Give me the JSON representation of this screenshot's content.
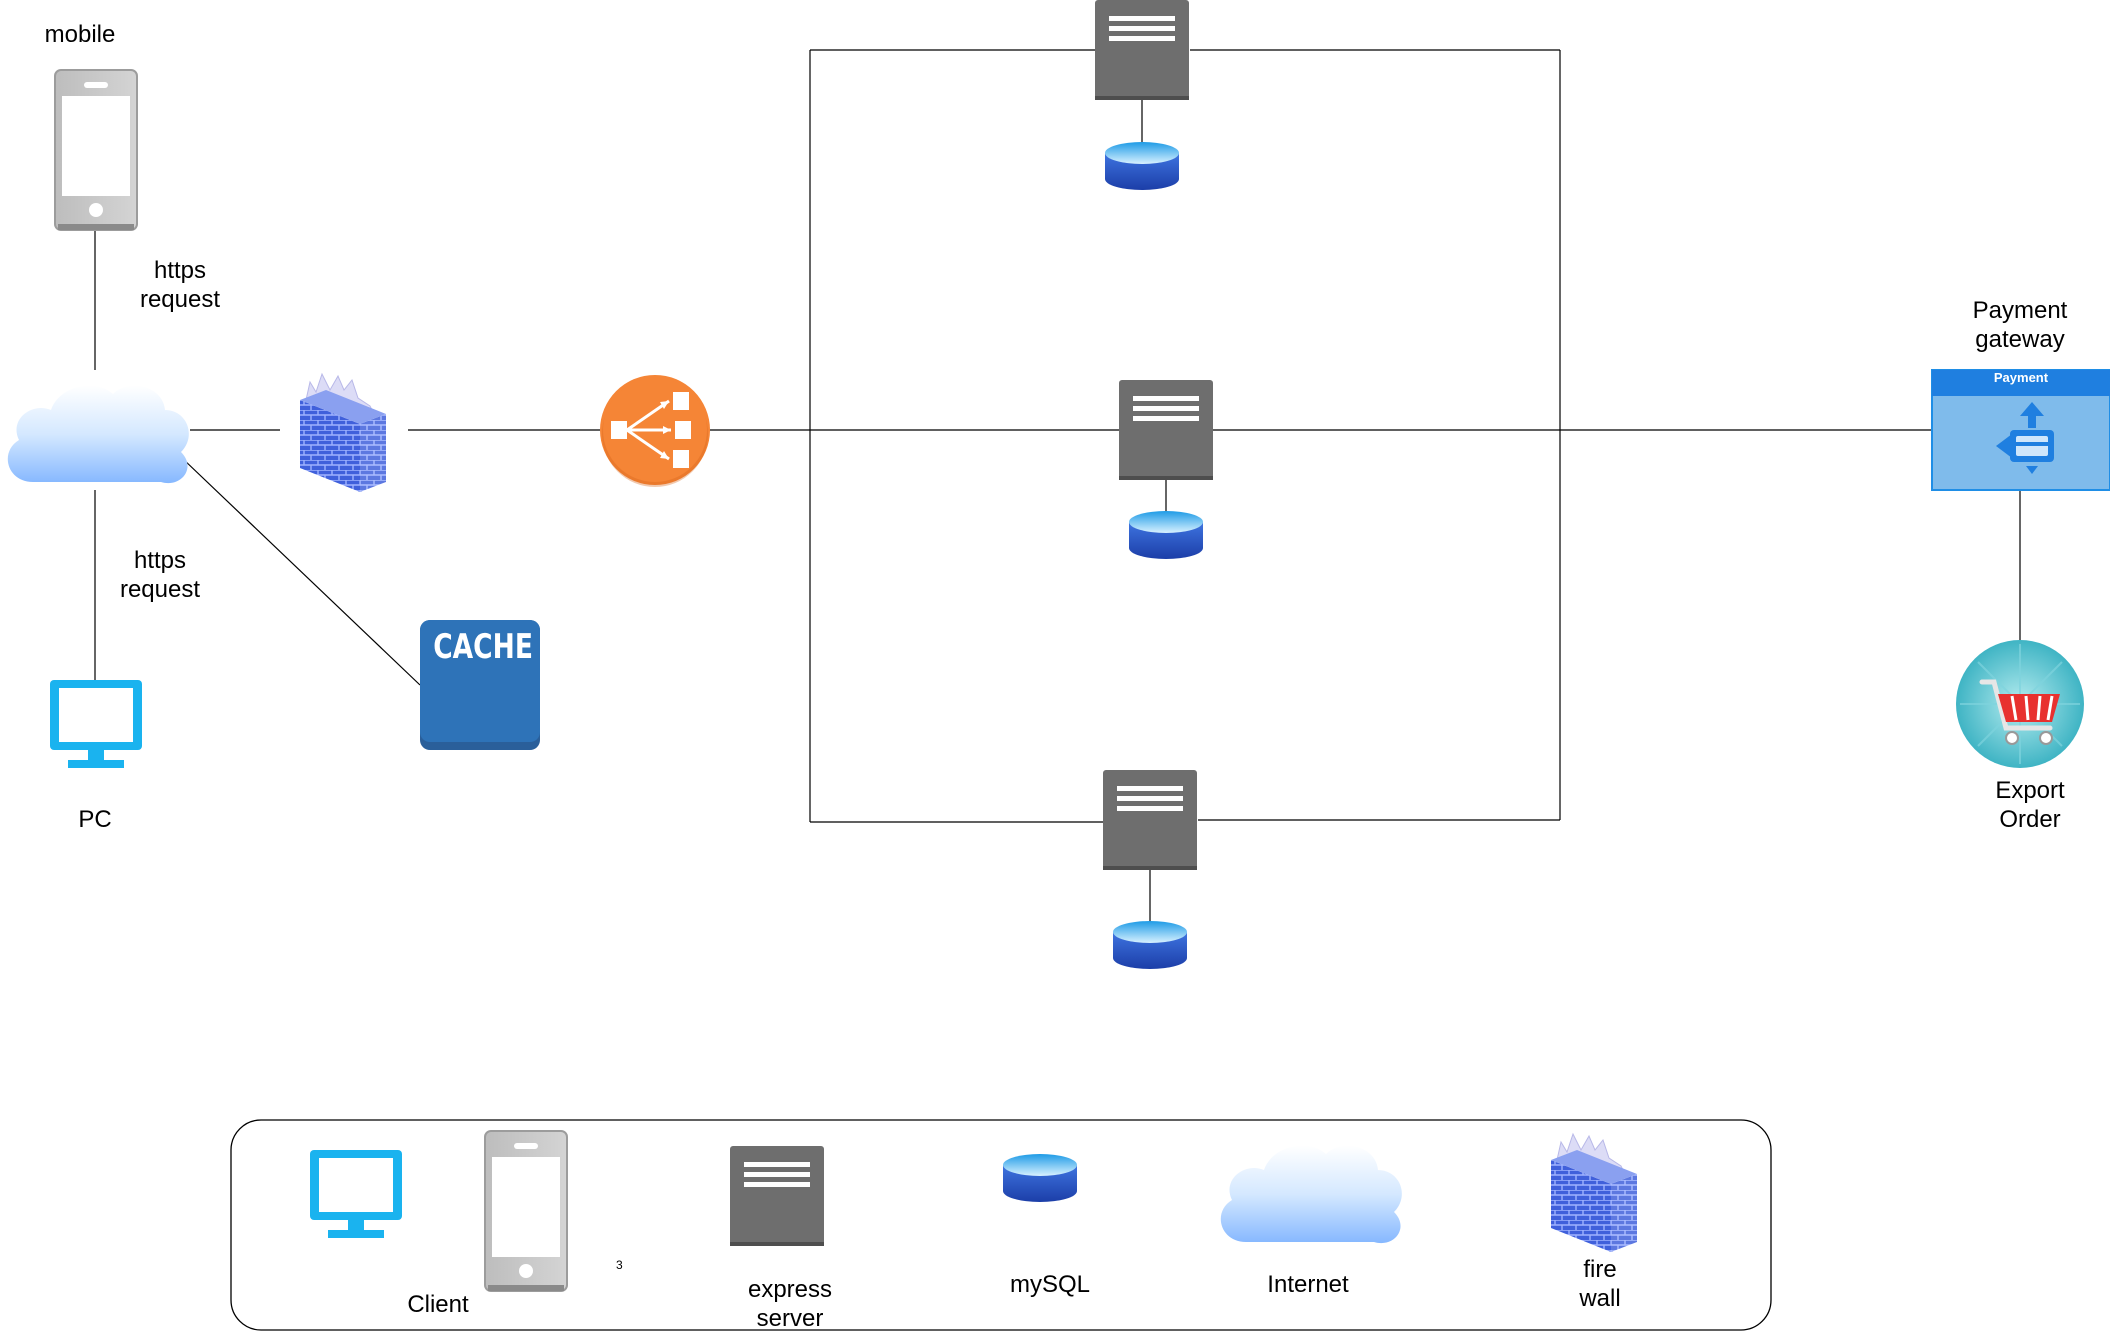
{
  "labels": {
    "mobile": "mobile",
    "https_top_1": "https",
    "https_top_2": "request",
    "https_bottom_1": "https",
    "https_bottom_2": "request",
    "pc": "PC",
    "cache": "CACHE",
    "payment_gateway_1": "Payment",
    "payment_gateway_2": "gateway",
    "payment_header": "Payment",
    "export_order_1": "Export",
    "export_order_2": "Order"
  },
  "legend": {
    "client": "Client",
    "note": "3",
    "express_server_1": "express",
    "express_server_2": "server",
    "mysql": "mySQL",
    "internet": "Internet",
    "firewall_1": "fire",
    "firewall_2": "wall"
  },
  "colors": {
    "server_gray": "#707070",
    "db_blue": "#2f6bd8",
    "cloud_blue": "#a8d0ff",
    "firewall_blue": "#3d5ed6",
    "load_balancer_orange": "#f58536",
    "cache_blue": "#2e73b8",
    "pc_cyan": "#1ab3ef",
    "payment_blue": "#1f8ee6",
    "cart_teal": "#3fb9c9",
    "cart_red": "#e8312f"
  }
}
